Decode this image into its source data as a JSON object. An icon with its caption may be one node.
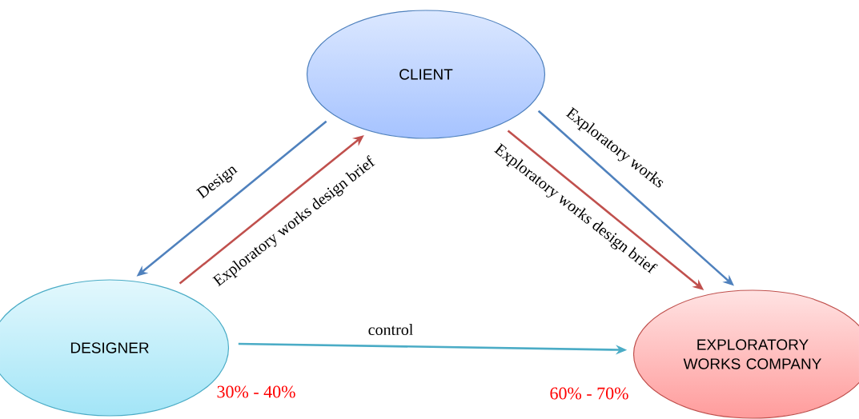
{
  "diagram": {
    "nodes": [
      {
        "text": [
          "CLIENT"
        ]
      },
      {
        "text": [
          "DESIGNER"
        ]
      },
      {
        "text": [
          "EXPLORATORY WORKS COMPANY"
        ]
      }
    ],
    "edges": [
      {
        "from": 0,
        "to": 1,
        "arrow": "to",
        "label": "Design",
        "color": "#4f81bd"
      },
      {
        "from": 1,
        "to": 0,
        "arrow": "to",
        "label": "Exploratory works design brief",
        "color": "#c0504d"
      },
      {
        "from": 0,
        "to": 2,
        "arrow": "to",
        "label": "Exploratory works",
        "color": "#4f81bd"
      },
      {
        "from": 0,
        "to": 2,
        "arrow": "to",
        "label": "Exploratory works design brief",
        "color": "#c0504d"
      },
      {
        "from": 1,
        "to": 2,
        "arrow": "to",
        "label": "control",
        "color": "#4bacc6"
      }
    ],
    "labels": [
      "30% - 40%",
      "60% - 70%"
    ]
  }
}
